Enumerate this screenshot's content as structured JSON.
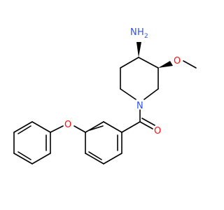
{
  "molecule": {
    "atoms": {
      "amine_n": "N",
      "amine_h2": "H",
      "amine_sub": "2",
      "methoxy_o": "O",
      "ring_n": "N",
      "carbonyl_o": "O",
      "ether_o": "O"
    },
    "colors": {
      "bond": "#000000",
      "nitrogen": "#3050F8",
      "oxygen": "#FF0D0D"
    }
  }
}
